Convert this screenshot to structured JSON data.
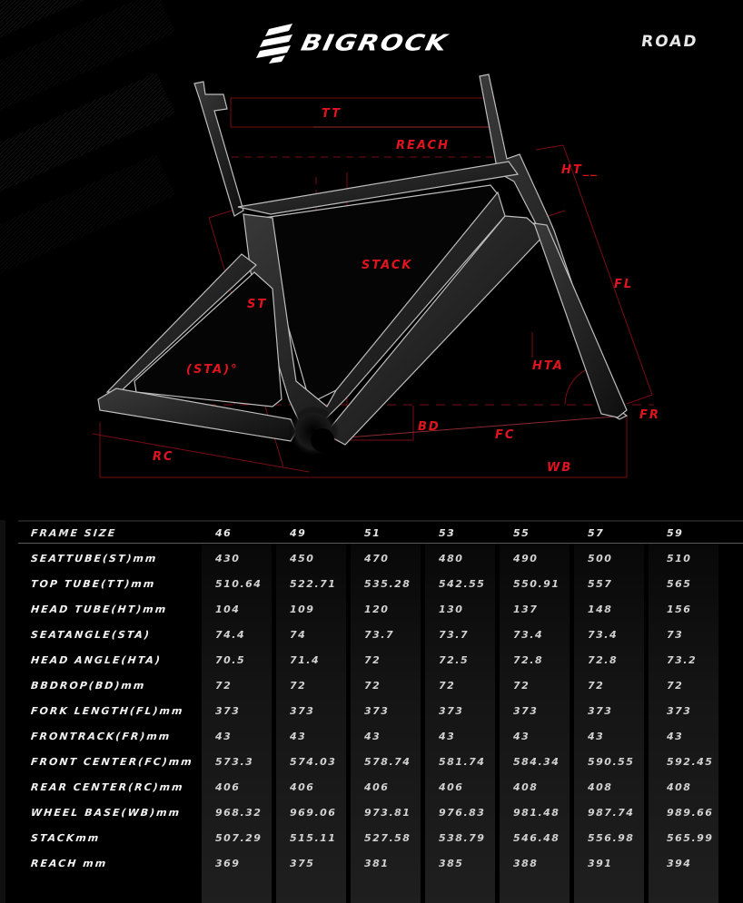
{
  "header": {
    "brand": "BIGROCK",
    "category": "ROAD"
  },
  "diagram": {
    "labels": {
      "tt": "TT",
      "reach": "REACH",
      "ht": "HT__",
      "stack": "STACK",
      "fl": "FL",
      "st": "ST",
      "sta": "(STA)°",
      "hta": "HTA",
      "bd": "BD",
      "fc": "FC",
      "fr": "FR",
      "rc": "RC",
      "wb": "WB"
    },
    "accent_color": "#e0141e"
  },
  "table": {
    "header_label": "FRAME SIZE",
    "sizes": [
      "46",
      "49",
      "51",
      "53",
      "55",
      "57",
      "59"
    ],
    "rows": [
      {
        "label": "SEATTUBE(ST)mm",
        "values": [
          "430",
          "450",
          "470",
          "480",
          "490",
          "500",
          "510"
        ]
      },
      {
        "label": "TOP TUBE(TT)mm",
        "values": [
          "510.64",
          "522.71",
          "535.28",
          "542.55",
          "550.91",
          "557",
          "565"
        ]
      },
      {
        "label": "HEAD TUBE(HT)mm",
        "values": [
          "104",
          "109",
          "120",
          "130",
          "137",
          "148",
          "156"
        ]
      },
      {
        "label": "SEATANGLE(STA)",
        "values": [
          "74.4",
          "74",
          "73.7",
          "73.7",
          "73.4",
          "73.4",
          "73"
        ]
      },
      {
        "label": "HEAD ANGLE(HTA)",
        "values": [
          "70.5",
          "71.4",
          "72",
          "72.5",
          "72.8",
          "72.8",
          "73.2"
        ]
      },
      {
        "label": "BBDROP(BD)mm",
        "values": [
          "72",
          "72",
          "72",
          "72",
          "72",
          "72",
          "72"
        ]
      },
      {
        "label": "FORK LENGTH(FL)mm",
        "values": [
          "373",
          "373",
          "373",
          "373",
          "373",
          "373",
          "373"
        ]
      },
      {
        "label": "FRONTRACK(FR)mm",
        "values": [
          "43",
          "43",
          "43",
          "43",
          "43",
          "43",
          "43"
        ]
      },
      {
        "label": "FRONT CENTER(FC)mm",
        "values": [
          "573.3",
          "574.03",
          "578.74",
          "581.74",
          "584.34",
          "590.55",
          "592.45"
        ]
      },
      {
        "label": "REAR CENTER(RC)mm",
        "values": [
          "406",
          "406",
          "406",
          "406",
          "408",
          "408",
          "408"
        ]
      },
      {
        "label": "WHEEL BASE(WB)mm",
        "values": [
          "968.32",
          "969.06",
          "973.81",
          "976.83",
          "981.48",
          "987.74",
          "989.66"
        ]
      },
      {
        "label": "STACKmm",
        "values": [
          "507.29",
          "515.11",
          "527.58",
          "538.79",
          "546.48",
          "556.98",
          "565.99"
        ]
      },
      {
        "label": "REACH mm",
        "values": [
          "369",
          "375",
          "381",
          "385",
          "388",
          "391",
          "394"
        ]
      }
    ]
  }
}
